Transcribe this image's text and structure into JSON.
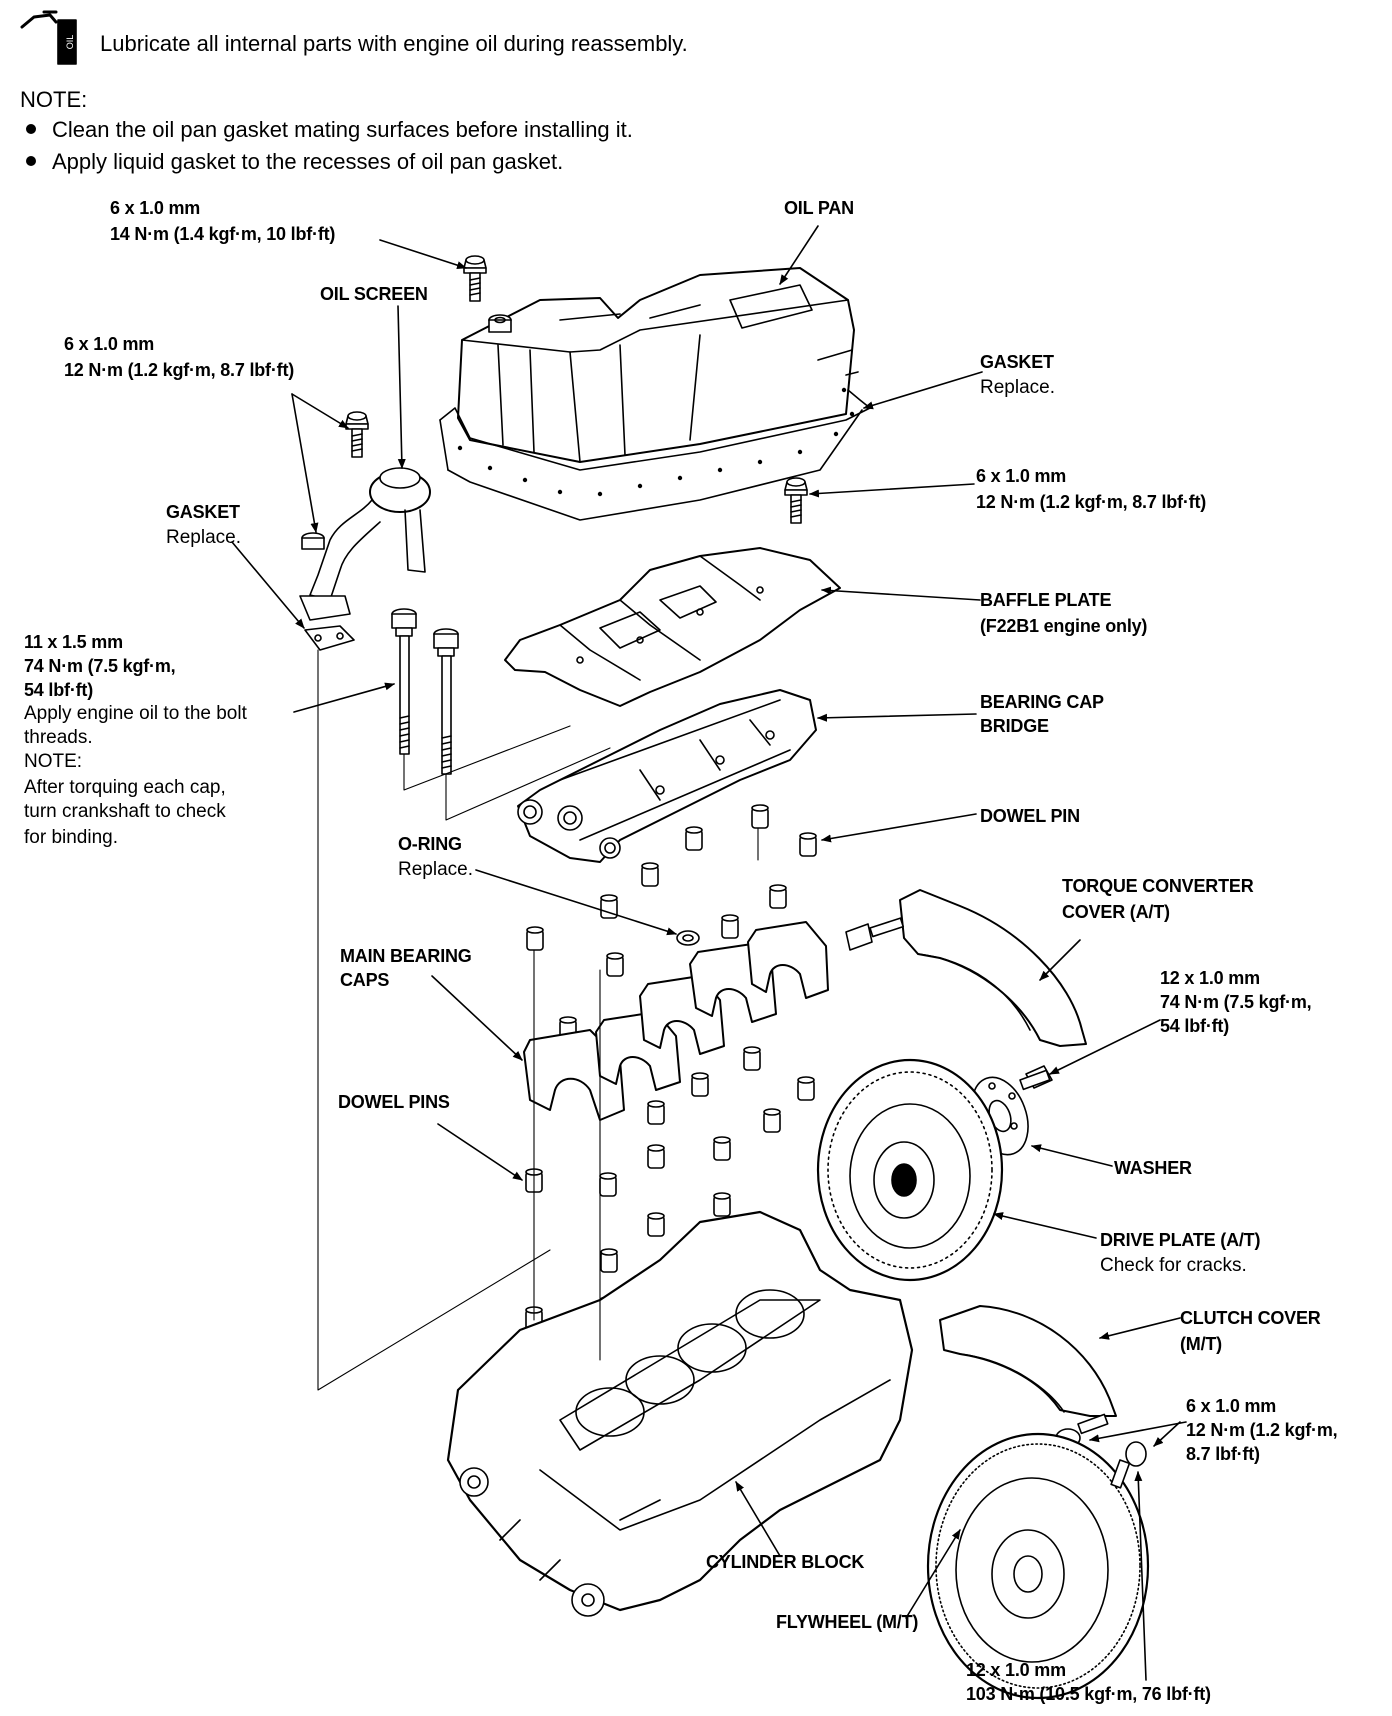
{
  "header": {
    "lubricate_text": "Lubricate all internal parts with engine oil during reassembly.",
    "oil_can_icon_label": "OIL",
    "note_label": "NOTE:",
    "notes": [
      "Clean the oil pan gasket mating surfaces before installing it.",
      "Apply liquid gasket to the recesses of oil pan gasket."
    ]
  },
  "labels": {
    "oilpan_bolt_size": "6 x 1.0 mm",
    "oilpan_bolt_torque": "14 N·m (1.4 kgf·m, 10 lbf·ft)",
    "oil_pan": "OIL PAN",
    "oil_screen": "OIL SCREEN",
    "screen_bolt_size": "6 x 1.0 mm",
    "screen_bolt_torque": "12 N·m (1.2 kgf·m, 8.7 lbf·ft)",
    "gasket_top": "GASKET",
    "gasket_top_note": "Replace.",
    "baffle_bolt_size": "6 x 1.0 mm",
    "baffle_bolt_torque": "12 N·m (1.2 kgf·m, 8.7 lbf·ft)",
    "gasket_left": "GASKET",
    "gasket_left_note": "Replace.",
    "baffle_plate": "BAFFLE PLATE",
    "baffle_plate_note": "(F22B1 engine only)",
    "main_bolt_size": "11 x 1.5 mm",
    "main_bolt_torque_1": "74 N·m (7.5 kgf·m,",
    "main_bolt_torque_2": "54 lbf·ft)",
    "main_bolt_note_1": "Apply engine oil to the bolt",
    "main_bolt_note_2": "threads.",
    "main_bolt_note_3": "NOTE:",
    "main_bolt_note_4": "After torquing each cap,",
    "main_bolt_note_5": "turn crankshaft to check",
    "main_bolt_note_6": "for binding.",
    "bearing_cap_bridge_1": "BEARING CAP",
    "bearing_cap_bridge_2": "BRIDGE",
    "dowel_pin": "DOWEL PIN",
    "o_ring": "O-RING",
    "o_ring_note": "Replace.",
    "torque_converter_1": "TORQUE CONVERTER",
    "torque_converter_2": "COVER (A/T)",
    "main_bearing_caps_1": "MAIN BEARING",
    "main_bearing_caps_2": "CAPS",
    "dp_bolt_size": "12 x 1.0 mm",
    "dp_bolt_torque_1": "74 N·m (7.5 kgf·m,",
    "dp_bolt_torque_2": "54 lbf·ft)",
    "dowel_pins": "DOWEL PINS",
    "washer": "WASHER",
    "drive_plate": "DRIVE PLATE (A/T)",
    "drive_plate_note": "Check for cracks.",
    "clutch_cover_1": "CLUTCH COVER",
    "clutch_cover_2": "(M/T)",
    "cc_bolt_size": "6 x 1.0 mm",
    "cc_bolt_torque_1": "12 N·m (1.2 kgf·m,",
    "cc_bolt_torque_2": "8.7 lbf·ft)",
    "cylinder_block": "CYLINDER BLOCK",
    "flywheel": "FLYWHEEL (M/T)",
    "fw_bolt_size": "12 x 1.0 mm",
    "fw_bolt_torque": "103 N·m (10.5 kgf·m, 76 lbf·ft)"
  }
}
